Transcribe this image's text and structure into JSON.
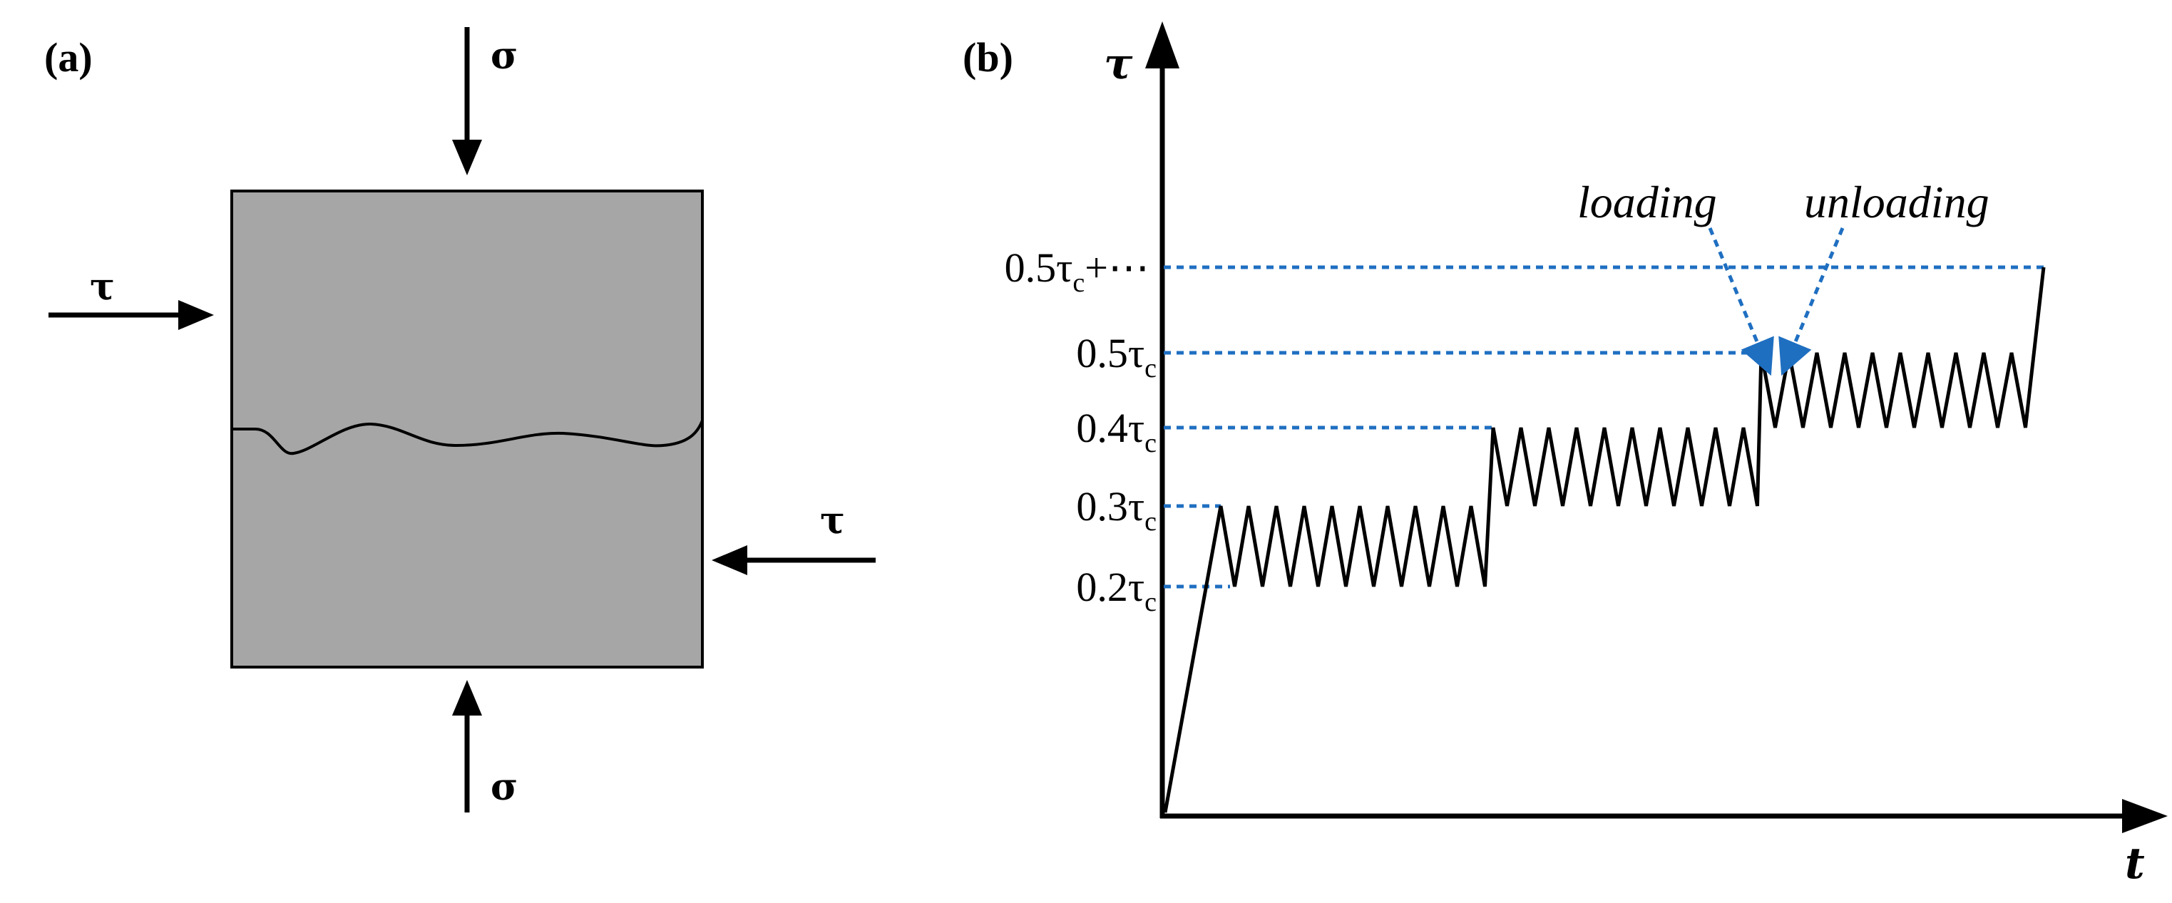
{
  "panel_a": {
    "label": "(a)",
    "sigma_top": "σ",
    "sigma_bottom": "σ",
    "tau_left": "τ",
    "tau_right": "τ"
  },
  "panel_b": {
    "label": "(b)",
    "y_axis_label": "τ",
    "x_axis_label": "t",
    "levels": [
      {
        "value": 0.2,
        "prefix": "0.2τ",
        "sub": "c",
        "suffix": ""
      },
      {
        "value": 0.3,
        "prefix": "0.3τ",
        "sub": "c",
        "suffix": ""
      },
      {
        "value": 0.4,
        "prefix": "0.4τ",
        "sub": "c",
        "suffix": ""
      },
      {
        "value": 0.5,
        "prefix": "0.5τ",
        "sub": "c",
        "suffix": ""
      },
      {
        "value": 0.6,
        "prefix": "0.5τ",
        "sub": "c",
        "suffix": "+⋯"
      }
    ],
    "loading_label": "loading",
    "unloading_label": "unloading",
    "cycles_per_stage": 9,
    "colors": {
      "curve": "#000000",
      "guide": "#1f6fc1",
      "specimen": "#a6a6a6"
    }
  }
}
